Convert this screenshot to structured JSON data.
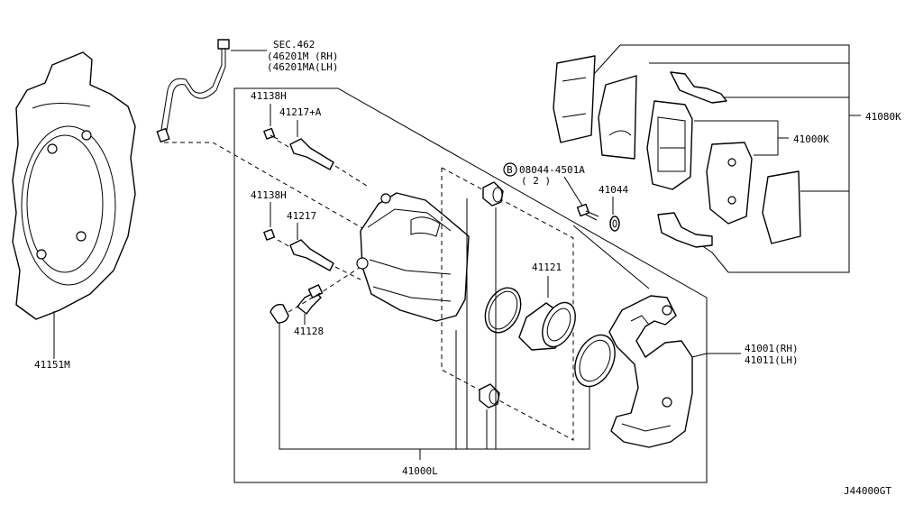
{
  "labels": {
    "sec_462": "SEC.462",
    "hose_rh": "(46201M (RH)",
    "hose_lh": "(46201MA(LH)",
    "bolt_41138h_top": "41138H",
    "pin_41217a": "41217+A",
    "bolt_41138h_mid": "41138H",
    "pin_41217": "41217",
    "bleeder_41128": "41128",
    "dust_shield_41151m": "41151M",
    "bolt_08044": "08044-4501A",
    "bolt_08044_qty": "( 2 )",
    "bolt_08044_prefix": "B",
    "washer_41044": "41044",
    "piston_41121": "41121",
    "pad_kit_41080k": "41080K",
    "pad_set_41000k": "41000K",
    "support_rh": "41001(RH)",
    "support_lh": "41011(LH)",
    "caliper_assy_41000l": "41000L",
    "diagram_code": "J44000GT"
  }
}
